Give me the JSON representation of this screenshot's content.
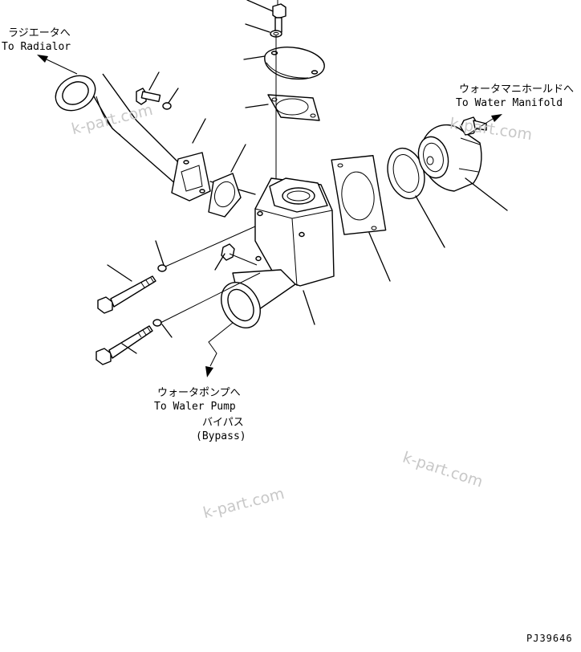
{
  "labels": {
    "radiator_jp": "ラジエータへ",
    "radiator_en": "To Radialor",
    "manifold_jp": "ウォータマニホールドへ",
    "manifold_en": "To Water Manifold",
    "pump_jp": "ウォータポンプへ",
    "pump_en": "To Waler Pump",
    "bypass_jp": "バイパス",
    "bypass_en": "(Bypass)"
  },
  "watermarks": [
    "k-part.com",
    "k-part.com",
    "k-part.com",
    "k-part.com"
  ],
  "drawing_number": "PJ39646"
}
